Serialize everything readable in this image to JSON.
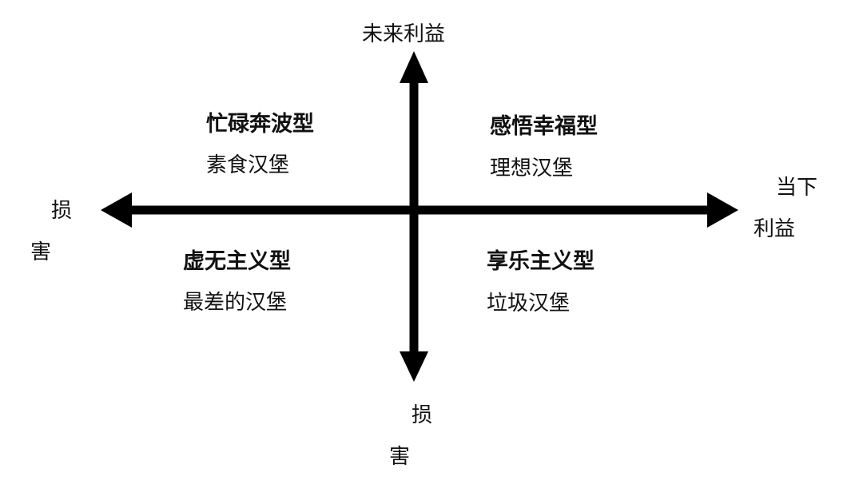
{
  "axes": {
    "top_label": "未来利益",
    "bottom_label_line1": "损",
    "bottom_label_line2": "害",
    "left_label_line1": "损",
    "left_label_line2": "害",
    "right_label_line1": "当下",
    "right_label_line2": "利益",
    "line_color": "#000000"
  },
  "quadrants": {
    "top_left": {
      "title": "忙碌奔波型",
      "subtitle": "素食汉堡"
    },
    "top_right": {
      "title": "感悟幸福型",
      "subtitle": "理想汉堡"
    },
    "bottom_left": {
      "title": "虚无主义型",
      "subtitle": "最差的汉堡"
    },
    "bottom_right": {
      "title": "享乐主义型",
      "subtitle": "垃圾汉堡"
    }
  }
}
